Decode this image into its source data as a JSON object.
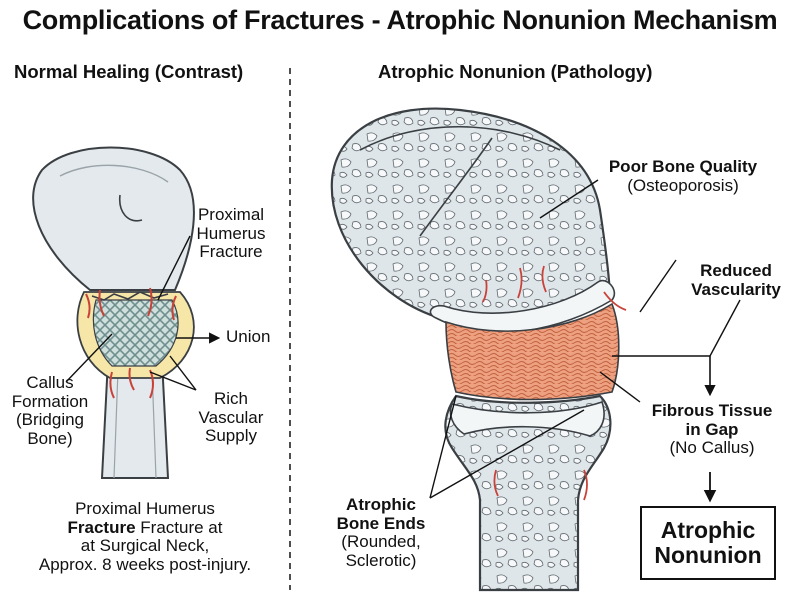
{
  "title": "Complications of Fractures - Atrophic Nonunion Mechanism",
  "left": {
    "heading": "Normal Healing (Contrast)",
    "fracture_label": [
      "Proximal",
      "Humerus",
      "Fracture"
    ],
    "union_label": "Union",
    "callus_label": [
      "Callus",
      "Formation",
      "(Bridging",
      "Bone)"
    ],
    "vascular_label": [
      "Rich",
      "Vascular",
      "Supply"
    ],
    "caption": {
      "line1": "Proximal Humerus",
      "line2_bold": "Fracture",
      "line2_rest": " Fracture at",
      "line3": "at Surgical Neck,",
      "line4": "Approx. 8 weeks post-injury."
    }
  },
  "right": {
    "heading": "Atrophic Nonunion (Pathology)",
    "bone_quality": {
      "title": "Poor Bone Quality",
      "detail": "(Osteoporosis)"
    },
    "vascularity": [
      "Reduced",
      "Vascularity"
    ],
    "fibrous": {
      "line1": "Fibrous Tissue",
      "line2": "in Gap",
      "detail": "(No Callus)"
    },
    "bone_ends": {
      "line1": "Atrophic",
      "line2": "Bone Ends",
      "detail1": "(Rounded,",
      "detail2": "Sclerotic)"
    },
    "result": [
      "Atrophic",
      "Nonunion"
    ]
  },
  "colors": {
    "bone": "#dfe6ea",
    "bone_outline": "#3a3f44",
    "fibrous": "#e99a78",
    "callus": "#f6e6a8",
    "vessel": "#c8423a"
  }
}
